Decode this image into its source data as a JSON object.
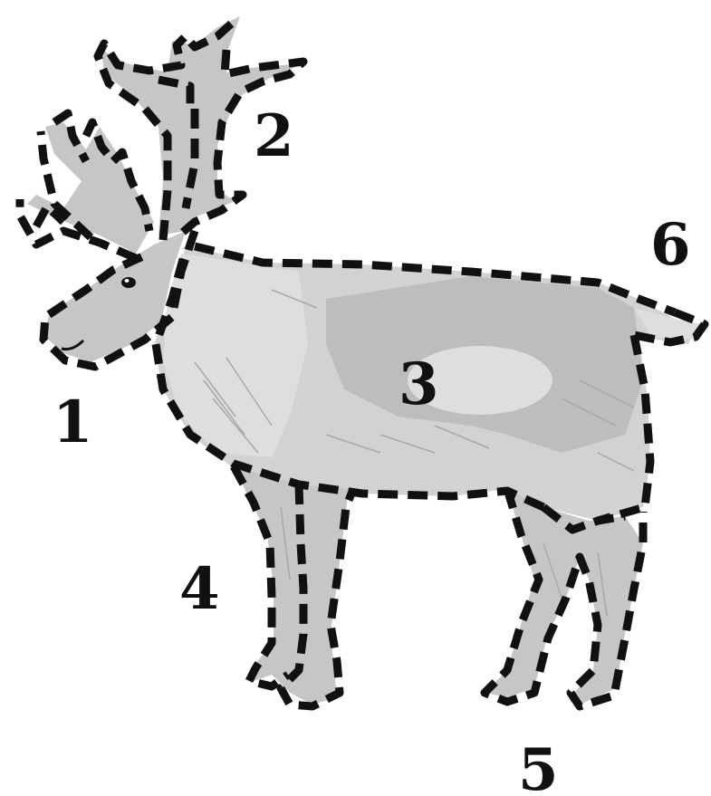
{
  "diagram": {
    "subject": "reindeer",
    "colors": {
      "outline": "#111111",
      "body_fill": "#d2d2d2",
      "shade_fill": "#bdbdbd",
      "background": "#ffffff"
    },
    "labels": [
      {
        "id": "head",
        "text": "1"
      },
      {
        "id": "antlers",
        "text": "2"
      },
      {
        "id": "body",
        "text": "3"
      },
      {
        "id": "front-legs",
        "text": "4"
      },
      {
        "id": "hind-legs",
        "text": "5"
      },
      {
        "id": "tail",
        "text": "6"
      }
    ]
  }
}
